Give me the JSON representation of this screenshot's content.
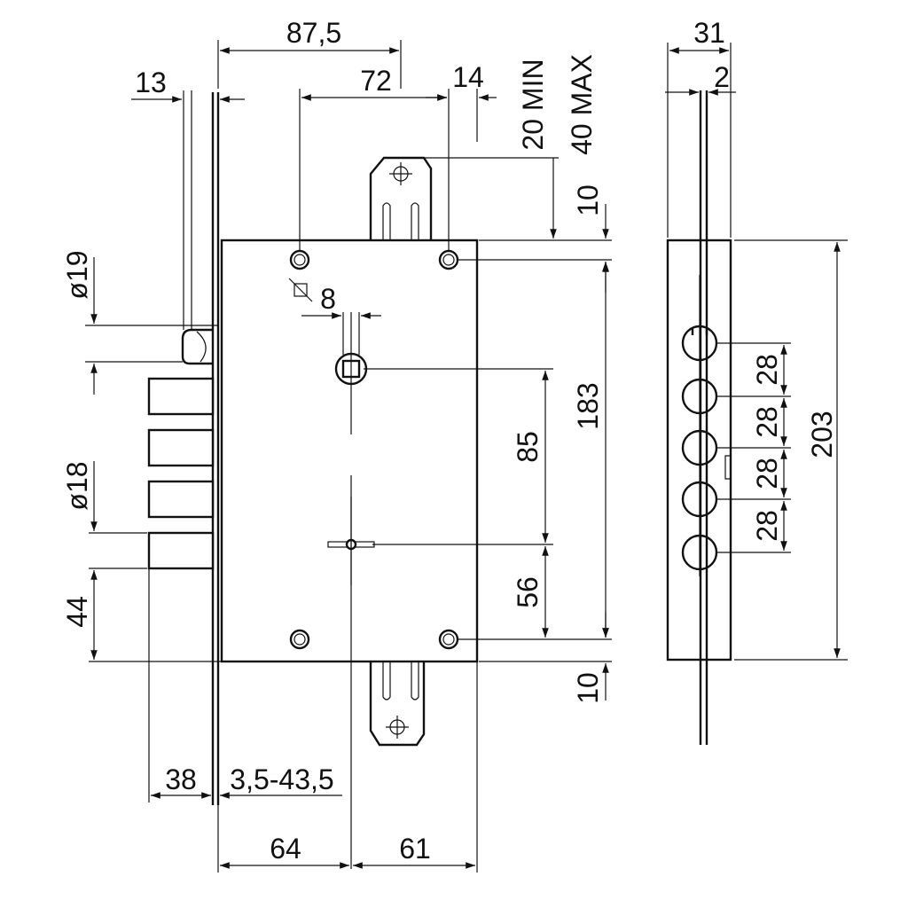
{
  "dimensions": {
    "d87_5": "87,5",
    "d72": "72",
    "d14": "14",
    "d13": "13",
    "d20min": "20 MIN",
    "d40max": "40 MAX",
    "d10_top": "10",
    "d10_bottom": "10",
    "d183": "183",
    "d85": "85",
    "d56": "56",
    "d8": "8",
    "dia19": "ø19",
    "dia18": "ø18",
    "d44": "44",
    "d38": "38",
    "d3_5_43_5": "3,5-43,5",
    "d64": "64",
    "d61": "61",
    "d31": "31",
    "d2": "2",
    "d203": "203",
    "pitch": [
      "28",
      "28",
      "28",
      "28"
    ]
  }
}
